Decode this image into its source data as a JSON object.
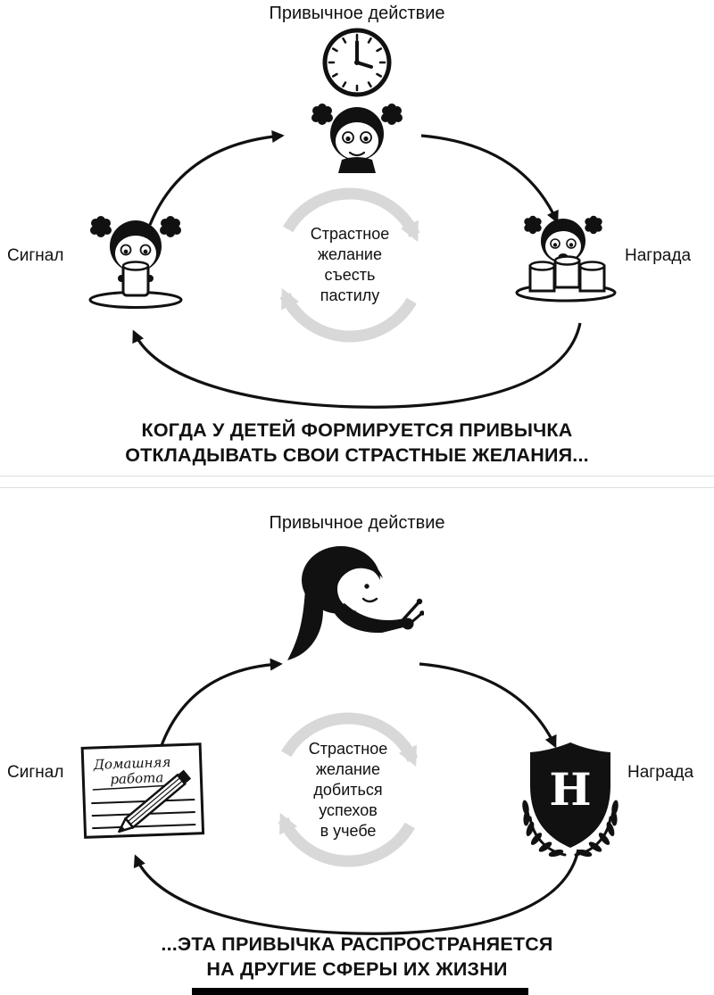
{
  "colors": {
    "ink": "#111111",
    "ring": "#d8d8d8",
    "divider": "#dedede"
  },
  "icons": {
    "routine_top": [
      "clock-icon",
      "girl-face-icon"
    ],
    "cue_top": "girl-eating-marshmallow-icon",
    "reward_top": "girl-with-marshmallow-plate-icon",
    "routine_bottom": "woman-writing-icon",
    "cue_bottom": "homework-paper-icon",
    "reward_bottom": "honor-roll-shield-icon"
  },
  "top": {
    "routine_label": "Привычное действие",
    "cue_label": "Сигнал",
    "reward_label": "Награда",
    "craving_lines": [
      "Страстное",
      "желание",
      "съесть",
      "пастилу"
    ],
    "caption_lines": [
      "КОГДА У ДЕТЕЙ ФОРМИРУЕТСЯ ПРИВЫЧКА",
      "ОТКЛАДЫВАТЬ СВОИ СТРАСТНЫЕ ЖЕЛАНИЯ..."
    ]
  },
  "bottom": {
    "routine_label": "Привычное действие",
    "cue_label": "Сигнал",
    "reward_label": "Награда",
    "craving_lines": [
      "Страстное",
      "желание",
      "добиться",
      "успехов",
      "в учебе"
    ],
    "caption_lines": [
      "...ЭТА ПРИВЫЧКА РАСПРОСТРАНЯЕТСЯ",
      "НА ДРУГИЕ СФЕРЫ ИХ ЖИЗНИ"
    ],
    "homework_lines": [
      "Домашняя",
      "работа"
    ],
    "shield_letter": "Н"
  }
}
